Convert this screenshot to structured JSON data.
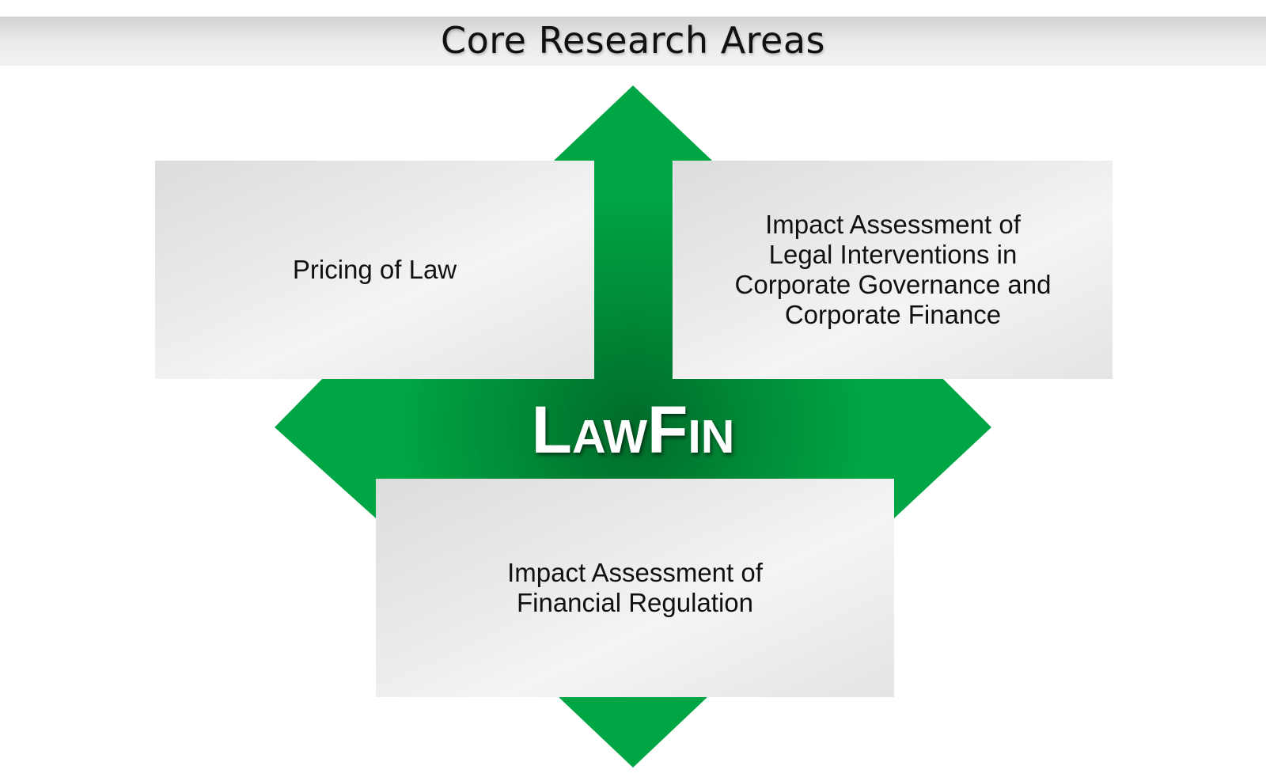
{
  "title": "Core Research Areas",
  "center": {
    "label": "LawFin"
  },
  "areas": [
    {
      "lines": [
        "Pricing of Law"
      ]
    },
    {
      "lines": [
        "Impact Assessment of",
        "Legal Interventions in",
        "Corporate Governance and",
        "Corporate Finance"
      ]
    },
    {
      "lines": [
        "Impact Assessment of",
        "Financial Regulation"
      ]
    }
  ],
  "colors": {
    "arrow_green": "#00a644",
    "arrow_dark": "#006b2a",
    "box_gray": "#e8e8e8",
    "text": "#111111"
  }
}
